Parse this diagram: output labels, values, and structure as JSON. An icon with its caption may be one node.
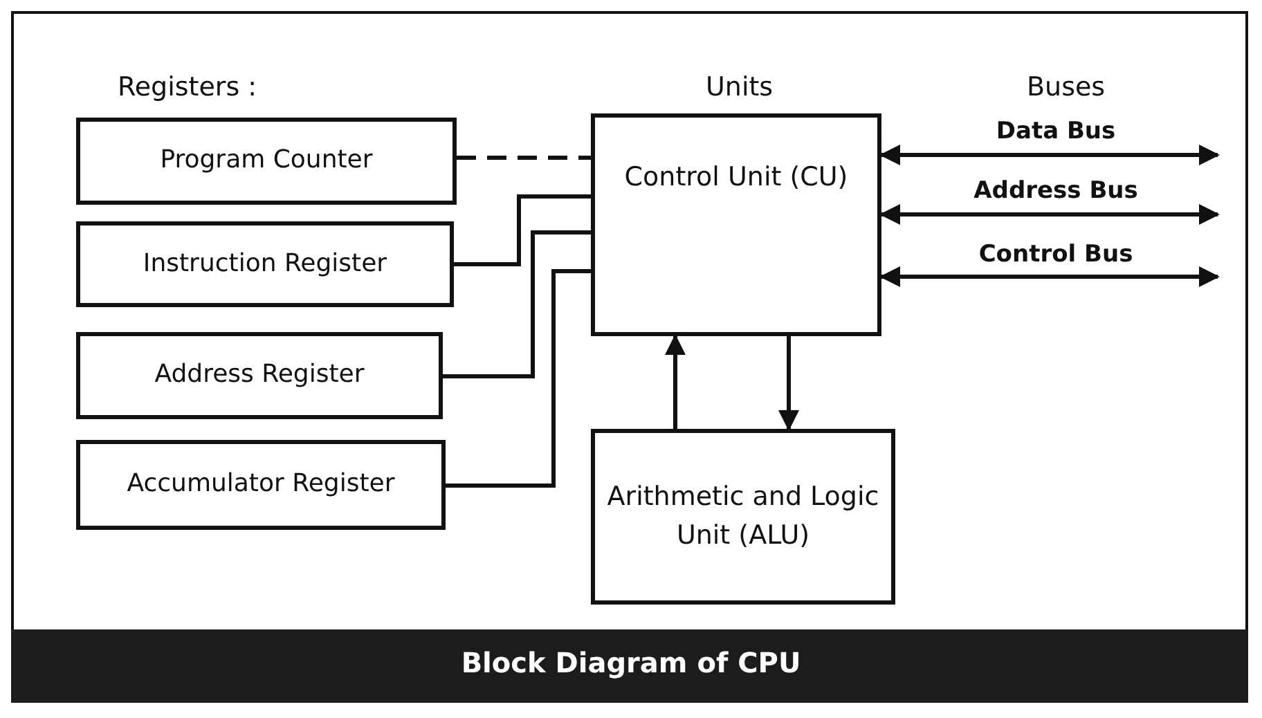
{
  "diagram": {
    "caption": "Block Diagram of CPU",
    "nodes": [
      {
        "text": [
          "Program Counter"
        ]
      },
      {
        "text": [
          "Instruction Register"
        ]
      },
      {
        "text": [
          "Address Register"
        ]
      },
      {
        "text": [
          "Accumulator Register"
        ]
      },
      {
        "text": [
          "Control Unit (CU)"
        ]
      },
      {
        "text": [
          "Arithmetic and Logic Unit (ALU)"
        ]
      }
    ],
    "edges": [
      {
        "from": 0,
        "to": 4,
        "arrow": "none",
        "style": "dashed"
      },
      {
        "from": 1,
        "to": 4,
        "arrow": "none"
      },
      {
        "from": 2,
        "to": 4,
        "arrow": "none"
      },
      {
        "from": 3,
        "to": 4,
        "arrow": "none"
      },
      {
        "from": 5,
        "to": 4,
        "arrow": "to"
      },
      {
        "from": 4,
        "to": 5,
        "arrow": "to"
      },
      {
        "from": 4,
        "to": null,
        "arrow": "both",
        "label": "Data Bus"
      },
      {
        "from": 4,
        "to": null,
        "arrow": "both",
        "label": "Address Bus"
      },
      {
        "from": 4,
        "to": null,
        "arrow": "both",
        "label": "Control Bus"
      }
    ],
    "labels": [
      "Registers :",
      "Units",
      "Buses"
    ]
  }
}
